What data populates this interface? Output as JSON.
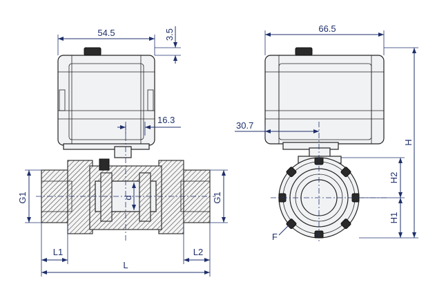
{
  "dimensions": {
    "front_width": "54.5",
    "top_offset": "3.5",
    "stem_offset": "16.3",
    "side_width": "66.5",
    "side_offset": "30.7",
    "height": "H",
    "height_upper": "H2",
    "height_lower": "H1",
    "thread_left": "G1",
    "thread_right": "G1",
    "bore": "d",
    "socket_left": "L1",
    "socket_right": "L2",
    "length": "L",
    "flat": "F"
  },
  "colors": {
    "dimension_line": "#1e2f6b",
    "outline": "#222222",
    "actuator_fill": "#f1f2f4"
  }
}
